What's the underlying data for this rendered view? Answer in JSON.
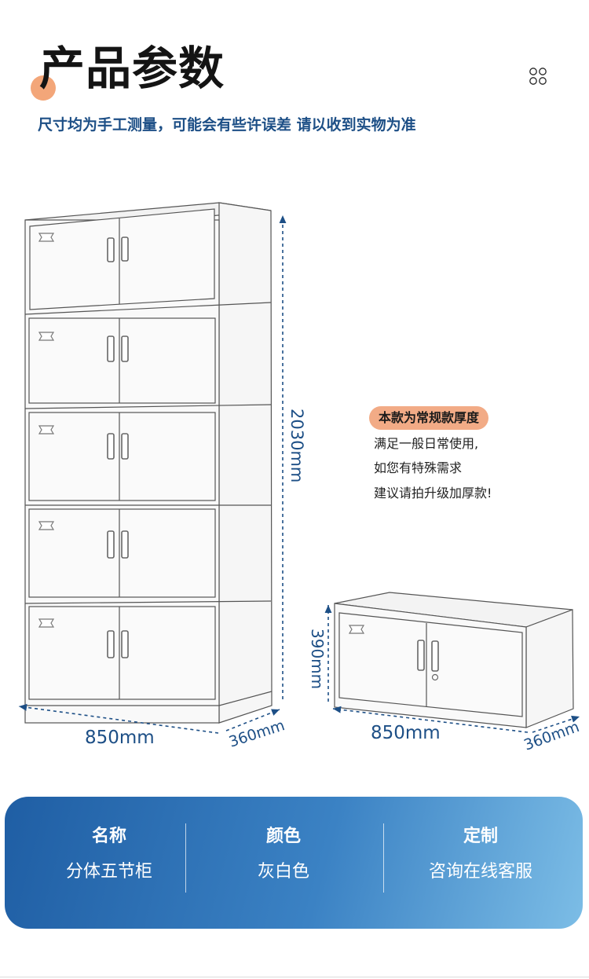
{
  "header": {
    "title": "产品参数",
    "subtitle": "尺寸均为手工测量，可能会有些许误差 请以收到实物为准"
  },
  "icons": {
    "menu": "four-circles-icon"
  },
  "colors": {
    "accent": "#1d4f86",
    "badge": "#f2ab86",
    "panel_start": "#1f5ea4",
    "panel_end": "#7cbde6"
  },
  "diagram": {
    "tall_cabinet": {
      "height": "2030mm",
      "width": "850mm",
      "depth": "360mm"
    },
    "short_cabinet": {
      "height": "390mm",
      "width": "850mm",
      "depth": "360mm"
    }
  },
  "note": {
    "badge": "本款为常规款厚度",
    "lines": [
      "满足一般日常使用,",
      "如您有特殊需求",
      "建议请拍升级加厚款!"
    ]
  },
  "specs": [
    {
      "label": "名称",
      "value": "分体五节柜"
    },
    {
      "label": "颜色",
      "value": "灰白色"
    },
    {
      "label": "定制",
      "value": "咨询在线客服"
    }
  ]
}
